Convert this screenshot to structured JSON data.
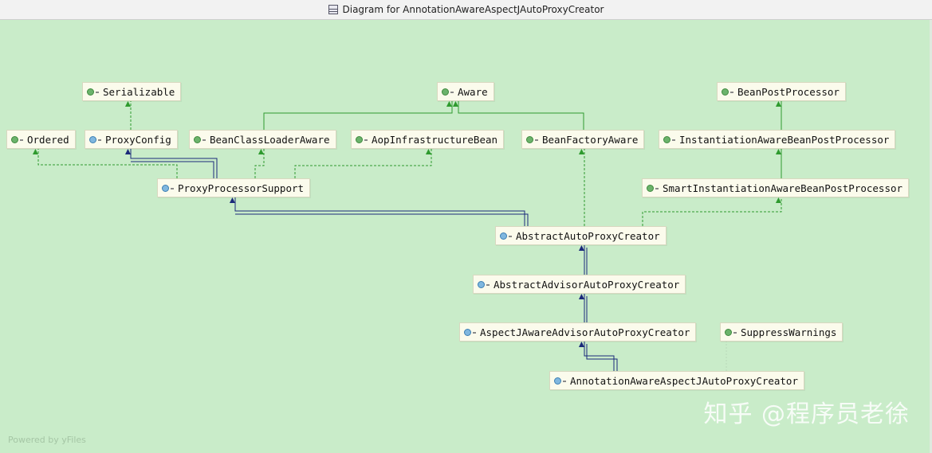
{
  "window": {
    "title": "Diagram for AnnotationAwareAspectJAutoProxyCreator"
  },
  "nodes": {
    "serializable": {
      "label": "Serializable",
      "kind": "interface"
    },
    "aware": {
      "label": "Aware",
      "kind": "interface"
    },
    "bean_post_processor": {
      "label": "BeanPostProcessor",
      "kind": "interface"
    },
    "ordered": {
      "label": "Ordered",
      "kind": "interface"
    },
    "proxy_config": {
      "label": "ProxyConfig",
      "kind": "class"
    },
    "bean_class_loader_aware": {
      "label": "BeanClassLoaderAware",
      "kind": "interface"
    },
    "aop_infrastructure_bean": {
      "label": "AopInfrastructureBean",
      "kind": "interface"
    },
    "bean_factory_aware": {
      "label": "BeanFactoryAware",
      "kind": "interface"
    },
    "instantiation_aware_bpp": {
      "label": "InstantiationAwareBeanPostProcessor",
      "kind": "interface"
    },
    "proxy_processor_support": {
      "label": "ProxyProcessorSupport",
      "kind": "class"
    },
    "smart_instantiation_aware_bpp": {
      "label": "SmartInstantiationAwareBeanPostProcessor",
      "kind": "interface"
    },
    "abstract_auto_proxy_creator": {
      "label": "AbstractAutoProxyCreator",
      "kind": "class"
    },
    "abstract_advisor_auto_proxy_creator": {
      "label": "AbstractAdvisorAutoProxyCreator",
      "kind": "class"
    },
    "aspectj_aware_advisor_auto_proxy_creator": {
      "label": "AspectJAwareAdvisorAutoProxyCreator",
      "kind": "class"
    },
    "suppress_warnings": {
      "label": "SuppressWarnings",
      "kind": "interface"
    },
    "annotation_aware_aspectj_auto_proxy_creator": {
      "label": "AnnotationAwareAspectJAutoProxyCreator",
      "kind": "class"
    }
  },
  "colors": {
    "background": "#c9ecc9",
    "extends_edge": "#1b2a7a",
    "implements_edge": "#2e9a2e",
    "node_fill": "#fbfbec"
  },
  "footer": "Powered by yFiles",
  "watermark": "知乎 @程序员老徐"
}
